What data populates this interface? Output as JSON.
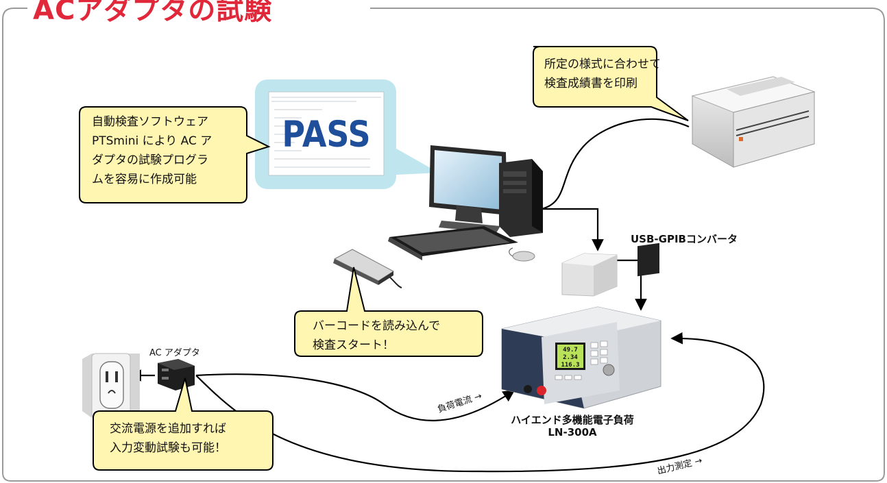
{
  "title": "ACアダプタの試験",
  "callouts": {
    "software": [
      "自動検査ソフトウェア",
      "PTSmini により AC ア",
      "ダプタの試験プログラ",
      "ムを容易に作成可能"
    ],
    "printer": [
      "所定の様式に合わせて",
      "検査成績書を印刷"
    ],
    "barcode": [
      "バーコードを読み込んで",
      "検査スタート！"
    ],
    "ac_source": [
      "交流電源を追加すれば",
      "入力変動試験も可能！"
    ]
  },
  "labels": {
    "converter": "USB-GPIBコンバータ",
    "adapter": "AC アダプタ",
    "load_name": "ハイエンド多機能電子負荷",
    "load_model": "LN-300A",
    "load_current": "負荷電流 →",
    "output_measure": "出力測定 →"
  },
  "screen": {
    "pass_text": "PASS"
  },
  "load_display": [
    "49.7",
    "2.34",
    "116.3"
  ],
  "colors": {
    "title": "#e0283a",
    "callout_fill": "#fff6b2",
    "screen_halo": "#bfe6ee",
    "frame": "#9a9a9a"
  }
}
